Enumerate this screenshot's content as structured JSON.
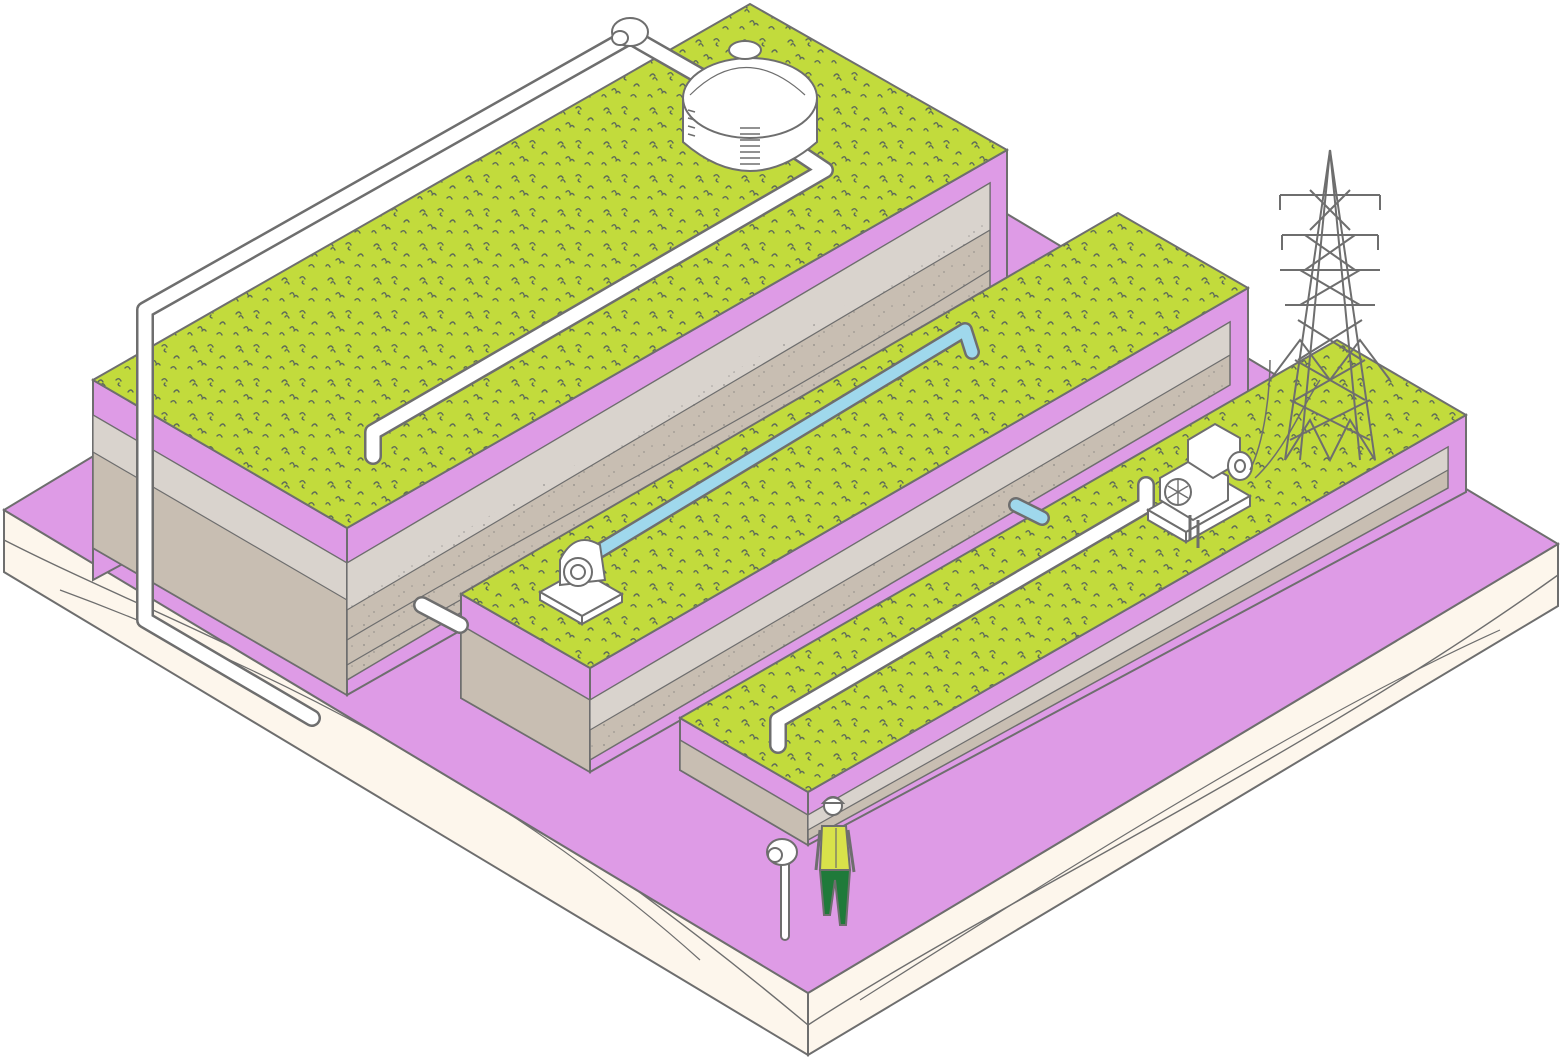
{
  "scene": {
    "kind": "isometric-illustration",
    "elements": [
      "water-tank",
      "pipeline",
      "pump",
      "generator",
      "power-pylon",
      "worker",
      "wellhead",
      "soil-layers",
      "grass-platforms"
    ]
  },
  "colors": {
    "ground_pink": "#DE9BE6",
    "grass_green": "#C2DB3C",
    "sand_base": "#FDF6EC",
    "soil_light": "#D9D3CD",
    "soil_mid": "#C8BEB2",
    "pipe_white": "#FFFFFF",
    "water_pipe_blue": "#9FD8EC",
    "outline": "#6E6E6E",
    "worker_vest": "#D8E24A",
    "worker_pants": "#1F7A3A"
  },
  "icons": {
    "tank": "storage-tank-icon",
    "pump": "pump-icon",
    "generator": "generator-icon",
    "pylon": "transmission-tower-icon",
    "worker": "person-icon",
    "wellhead": "wellhead-icon"
  }
}
